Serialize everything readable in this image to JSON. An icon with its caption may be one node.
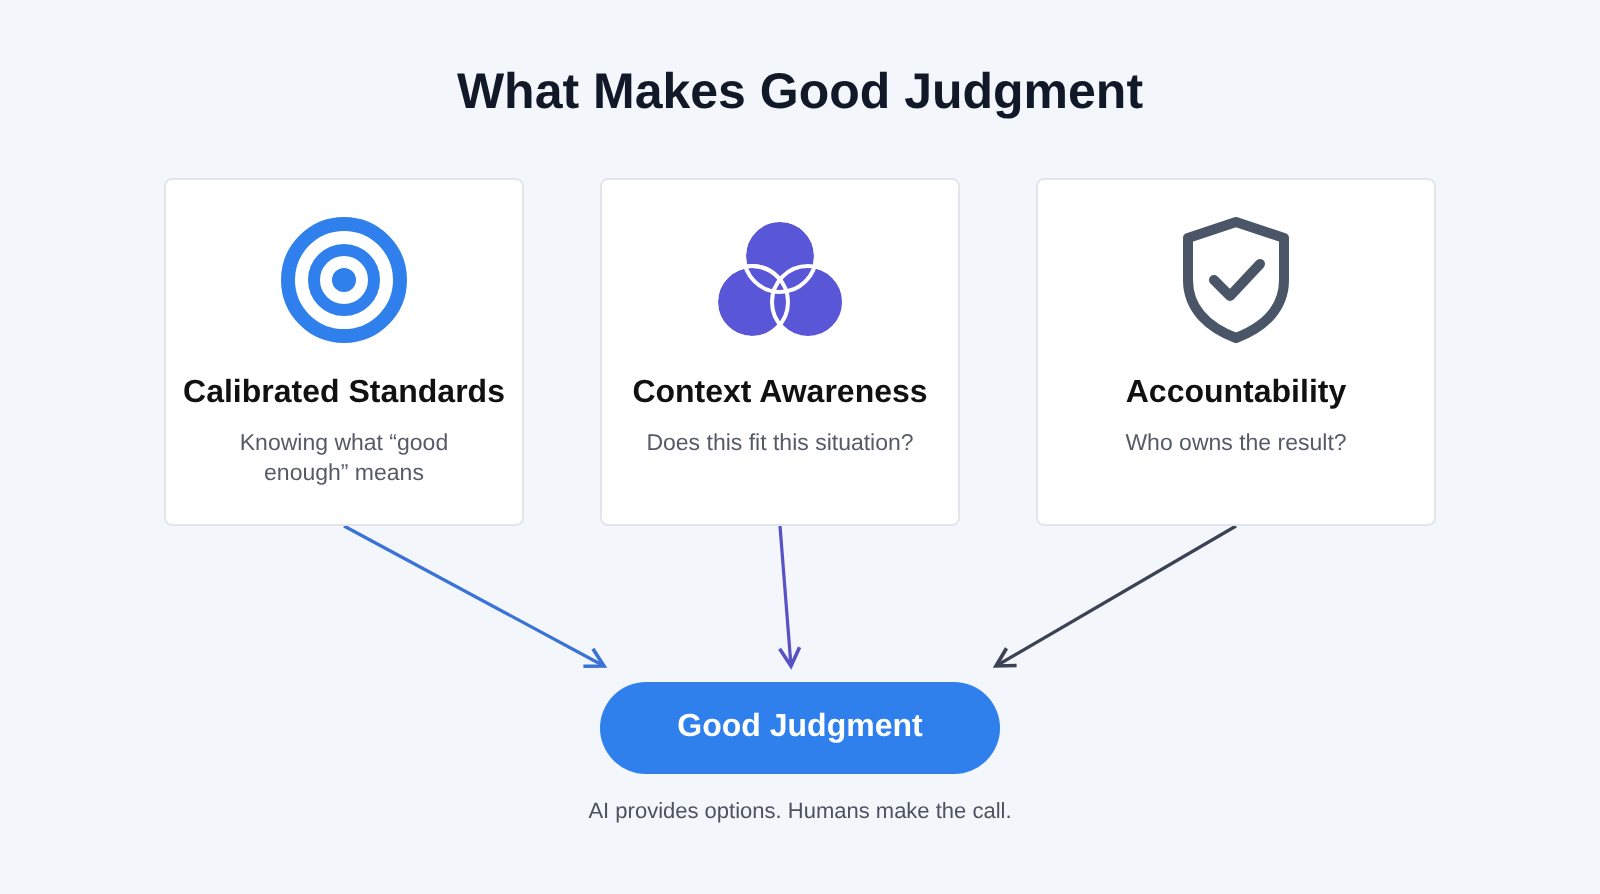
{
  "diagram": {
    "title": "What Makes Good Judgment",
    "nodes": [
      {
        "text": [
          "Calibrated Standards",
          "Knowing what “good enough” means"
        ]
      },
      {
        "text": [
          "Context Awareness",
          "Does this fit this situation?"
        ]
      },
      {
        "text": [
          "Accountability",
          "Who owns the result?"
        ]
      },
      {
        "text": [
          "Good Judgment"
        ],
        "beside": [
          "AI provides options. Humans make the call."
        ]
      }
    ],
    "edges": [
      {
        "from": 0,
        "to": 3,
        "arrow": "to",
        "color": "#3a72d8"
      },
      {
        "from": 1,
        "to": 3,
        "arrow": "to",
        "color": "#5a52c4"
      },
      {
        "from": 2,
        "to": 3,
        "arrow": "to",
        "color": "#3b4254"
      }
    ]
  }
}
